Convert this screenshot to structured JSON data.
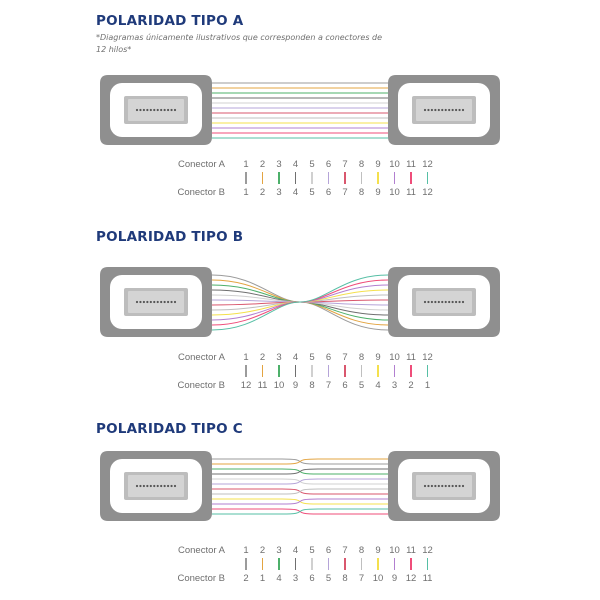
{
  "palette": [
    "#9b9b9b",
    "#e3a441",
    "#4db06a",
    "#6f6f6f",
    "#d0d0d0",
    "#b5a4d8",
    "#d9576e",
    "#bfbfbf",
    "#f4e04d",
    "#b27fd0",
    "#ef4d7a",
    "#56bfa5"
  ],
  "note": "*Diagramas únicamente ilustrativos que corresponden a conectores de 12 hilos*",
  "sections": [
    {
      "id": "a",
      "title": "POLARIDAD TIPO A",
      "style": "straight",
      "row_a_label": "Conector A",
      "row_b_label": "Conector B",
      "row_a": [
        "1",
        "2",
        "3",
        "4",
        "5",
        "6",
        "7",
        "8",
        "9",
        "10",
        "11",
        "12"
      ],
      "row_b": [
        "1",
        "2",
        "3",
        "4",
        "5",
        "6",
        "7",
        "8",
        "9",
        "10",
        "11",
        "12"
      ]
    },
    {
      "id": "b",
      "title": "POLARIDAD TIPO B",
      "style": "cross",
      "row_a_label": "Conector A",
      "row_b_label": "Conector B",
      "row_a": [
        "1",
        "2",
        "3",
        "4",
        "5",
        "6",
        "7",
        "8",
        "9",
        "10",
        "11",
        "12"
      ],
      "row_b": [
        "12",
        "11",
        "10",
        "9",
        "8",
        "7",
        "6",
        "5",
        "4",
        "3",
        "2",
        "1"
      ]
    },
    {
      "id": "c",
      "title": "POLARIDAD TIPO C",
      "style": "pairs",
      "row_a_label": "Conector A",
      "row_b_label": "Conector B",
      "row_a": [
        "1",
        "2",
        "3",
        "4",
        "5",
        "6",
        "7",
        "8",
        "9",
        "10",
        "11",
        "12"
      ],
      "row_b": [
        "2",
        "1",
        "4",
        "3",
        "6",
        "5",
        "8",
        "7",
        "10",
        "9",
        "12",
        "11"
      ]
    }
  ]
}
